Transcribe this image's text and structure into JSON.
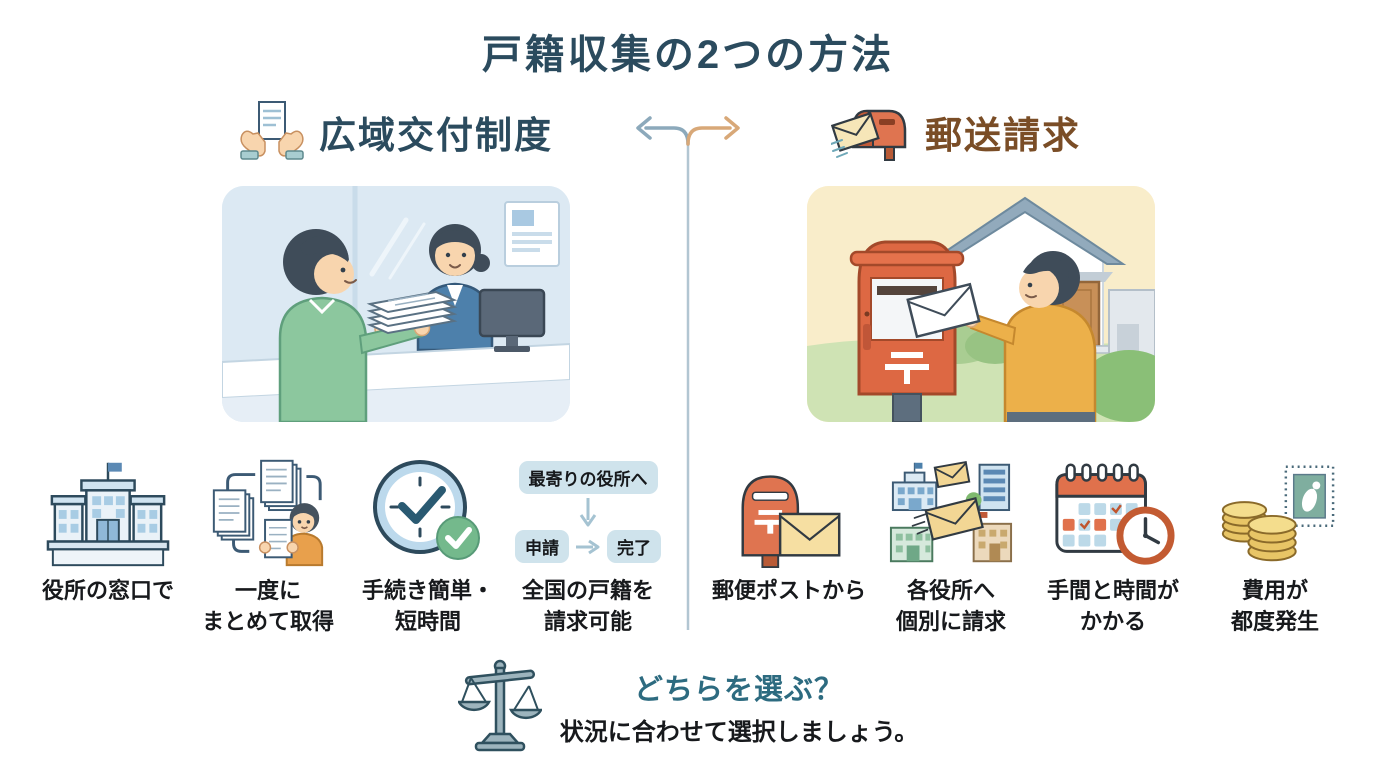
{
  "title": "戸籍収集の2つの方法",
  "left": {
    "heading": "広域交付制度",
    "heading_icon": "hands-document-icon",
    "features": [
      {
        "icon": "government-building-icon",
        "label": "役所の窓口で"
      },
      {
        "icon": "documents-batch-icon",
        "label": "一度に\nまとめて取得"
      },
      {
        "icon": "clock-check-icon",
        "label": "手続き簡単・\n短時間"
      },
      {
        "icon": "flow-diagram",
        "flow": {
          "step1": "最寄りの役所へ",
          "step2": "申請",
          "step3": "完了"
        },
        "label": "全国の戸籍を\n請求可能"
      }
    ]
  },
  "right": {
    "heading": "郵送請求",
    "heading_icon": "mailbox-send-icon",
    "features": [
      {
        "icon": "postbox-envelope-icon",
        "label": "郵便ポストから"
      },
      {
        "icon": "buildings-envelopes-icon",
        "label": "各役所へ\n個別に請求"
      },
      {
        "icon": "calendar-clock-icon",
        "label": "手間と時間が\nかかる"
      },
      {
        "icon": "coins-stamp-icon",
        "label": "費用が\n都度発生"
      }
    ]
  },
  "footer": {
    "icon": "scales-icon",
    "heading": "どちらを選ぶ？",
    "subtitle": "状況に合わせて選択しましょう。"
  },
  "colors": {
    "title_text": "#2b4b5e",
    "left_heading_text": "#2b4b5e",
    "right_heading_text": "#7a4d26",
    "feature_label_text": "#17191c",
    "pill_bg": "#cfe3ec",
    "pill_text": "#17191c",
    "divider_line": "#b2c6d2",
    "branch_left_arrow": "#8ca9bb",
    "branch_right_arrow": "#d8a878",
    "footer_heading_text": "#2d6b80",
    "footer_subtitle_text": "#17191c",
    "left_panel_bg": "#dce9f3",
    "right_panel_sky": "#f9edca"
  }
}
